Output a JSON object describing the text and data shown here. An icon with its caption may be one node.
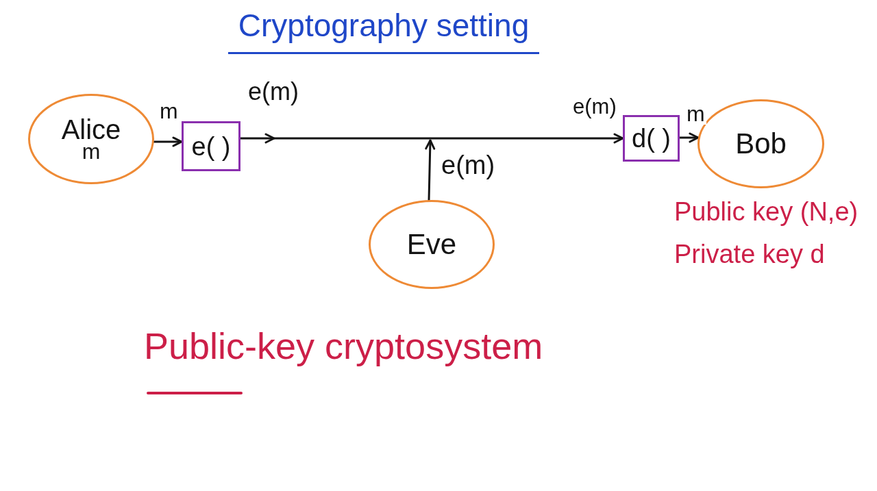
{
  "diagram": {
    "title": "Cryptography setting",
    "nodes": [
      {
        "text": [
          "Alice",
          "m"
        ]
      },
      {
        "text": [
          "e( )"
        ]
      },
      {
        "text": [
          "d( )"
        ]
      },
      {
        "text": [
          "Bob"
        ],
        "beside": [
          "Public key (N,e)",
          "Private key d"
        ]
      },
      {
        "text": [
          "Eve"
        ]
      }
    ],
    "edges": [
      {
        "from": 0,
        "to": 1,
        "arrow": "to",
        "label": "m"
      },
      {
        "from": 1,
        "to": 2,
        "arrow": "to",
        "label": "e(m)"
      },
      {
        "from": 2,
        "to": 3,
        "arrow": "to",
        "label": "m"
      },
      {
        "from": 4,
        "to": null,
        "arrow": "to",
        "label": "e(m)"
      }
    ],
    "labels": [
      "e(m)",
      "Public-key cryptosystem"
    ]
  }
}
